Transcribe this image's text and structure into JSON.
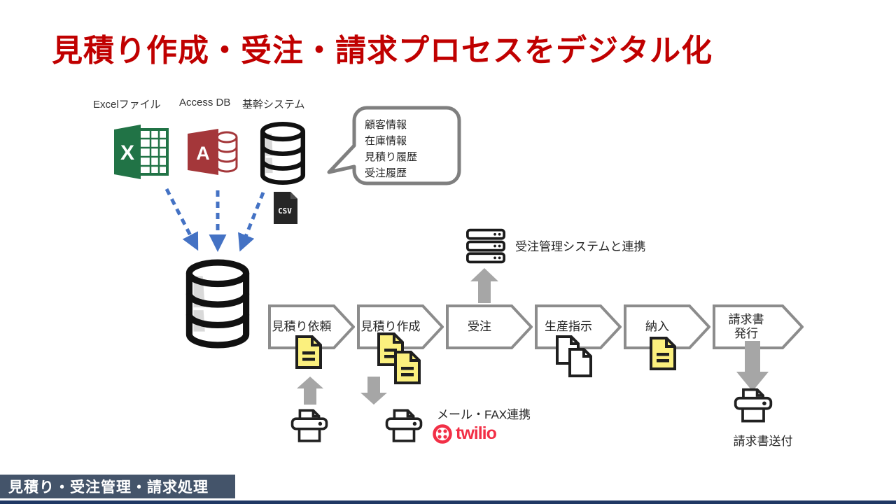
{
  "title": "見積り作成・受注・請求プロセスをデジタル化",
  "sources": {
    "labels": [
      {
        "label": "Excelファイル"
      },
      {
        "label": "Access DB"
      },
      {
        "label": "基幹システム"
      }
    ],
    "excel_letter": "X",
    "access_letter": "A",
    "csv_label": "CSV"
  },
  "bubble": {
    "lines": [
      {
        "text": "顧客情報"
      },
      {
        "text": "在庫情報"
      },
      {
        "text": "見積り履歴"
      },
      {
        "text": "受注履歴"
      }
    ]
  },
  "server_note": "受注管理システムと連携",
  "process_steps": [
    {
      "label": "見積り依頼",
      "label2": ""
    },
    {
      "label": "見積り作成",
      "label2": ""
    },
    {
      "label": "受注",
      "label2": ""
    },
    {
      "label": "生産指示",
      "label2": ""
    },
    {
      "label": "納入",
      "label2": ""
    },
    {
      "label": "請求書",
      "label2": "発行"
    }
  ],
  "fax_note": "メール・FAX連携",
  "twilio": {
    "label": "twilio"
  },
  "invoice_note": "請求書送付",
  "footer": {
    "label": "見積り・受注管理・請求処理"
  },
  "colors": {
    "title_red": "#C00000",
    "accent_blue": "#4472C4",
    "chevron_border": "#8C8C8C",
    "arrow_gray": "#A6A6A6",
    "doc_yellow": "#FBF07E",
    "excel_green": "#217346",
    "access_red": "#A4373A",
    "twilio_red": "#F22F46",
    "footer_bg": "#44546A",
    "bottom_line": "#203864"
  }
}
